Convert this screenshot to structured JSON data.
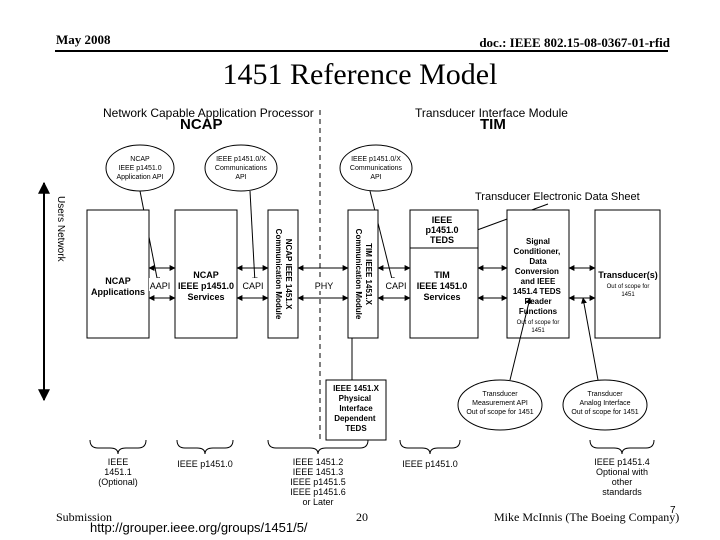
{
  "header": {
    "date": "May 2008",
    "doc": "doc.: IEEE 802.15-08-0367-01-rfid"
  },
  "title": "1451 Reference Model",
  "labels": {
    "ncap_full": "Network Capable Application Processor",
    "ncap": "NCAP",
    "tim_full": "Transducer Interface Module",
    "tim": "TIM",
    "users_network": "Users Network",
    "teds": "Transducer Electronic Data Sheet"
  },
  "callouts": {
    "ncap_api": [
      "NCAP",
      "IEEE p1451.0",
      "Application API"
    ],
    "comm_api_left": [
      "IEEE p1451.0/X",
      "Communications",
      "API"
    ],
    "comm_api_right": [
      "IEEE p1451.0/X",
      "Communications",
      "API"
    ],
    "meas_api": [
      "Transducer",
      "Measurement API",
      "Out of scope for 1451"
    ],
    "analog_if": [
      "Transducer",
      "Analog Interface",
      "Out of scope for 1451"
    ]
  },
  "blocks": {
    "ncap_apps": [
      "NCAP",
      "Applications"
    ],
    "ncap_services": [
      "NCAP",
      "IEEE p1451.0",
      "Services"
    ],
    "ncap_comm": [
      "NCAP IEEE 1451.X",
      "Communication Module"
    ],
    "tim_comm": [
      "TIM IEEE 1451.X",
      "Communication Module"
    ],
    "tim_teds": [
      "IEEE",
      "p1451.0",
      "TEDS"
    ],
    "tim_services": [
      "TIM",
      "IEEE 1451.0",
      "Services"
    ],
    "signal": [
      "Signal",
      "Conditioner,",
      "Data",
      "Conversion",
      "and IEEE",
      "1451.4 TEDS",
      "Reader",
      "Functions"
    ],
    "signal_note": [
      "Out of scope for",
      "1451"
    ],
    "transducers": [
      "Transducer(s)"
    ],
    "transducers_note": [
      "Out of scope for",
      "1451"
    ],
    "phy_if": [
      "IEEE 1451.X",
      "Physical",
      "Interface",
      "Dependent",
      "TEDS"
    ]
  },
  "interfaces": {
    "aapi": "AAPI",
    "capi_left": "CAPI",
    "phy": "PHY",
    "capi_right": "CAPI"
  },
  "braces": {
    "b1": [
      "IEEE",
      "1451.1",
      "(Optional)"
    ],
    "b2": [
      "IEEE p1451.0"
    ],
    "b3": [
      "IEEE 1451.2",
      "IEEE 1451.3",
      "IEEE p1451.5",
      "IEEE p1451.6",
      "or Later"
    ],
    "b4": [
      "IEEE p1451.0"
    ],
    "b5": [
      "IEEE p1451.4",
      "Optional with",
      "other",
      "standards"
    ]
  },
  "footer": {
    "submission": "Submission",
    "url": "http://grouper.ieee.org/groups/1451/5/",
    "page": "20",
    "author": "Mike McInnis (The Boeing Company)",
    "corner_mark": "7"
  }
}
